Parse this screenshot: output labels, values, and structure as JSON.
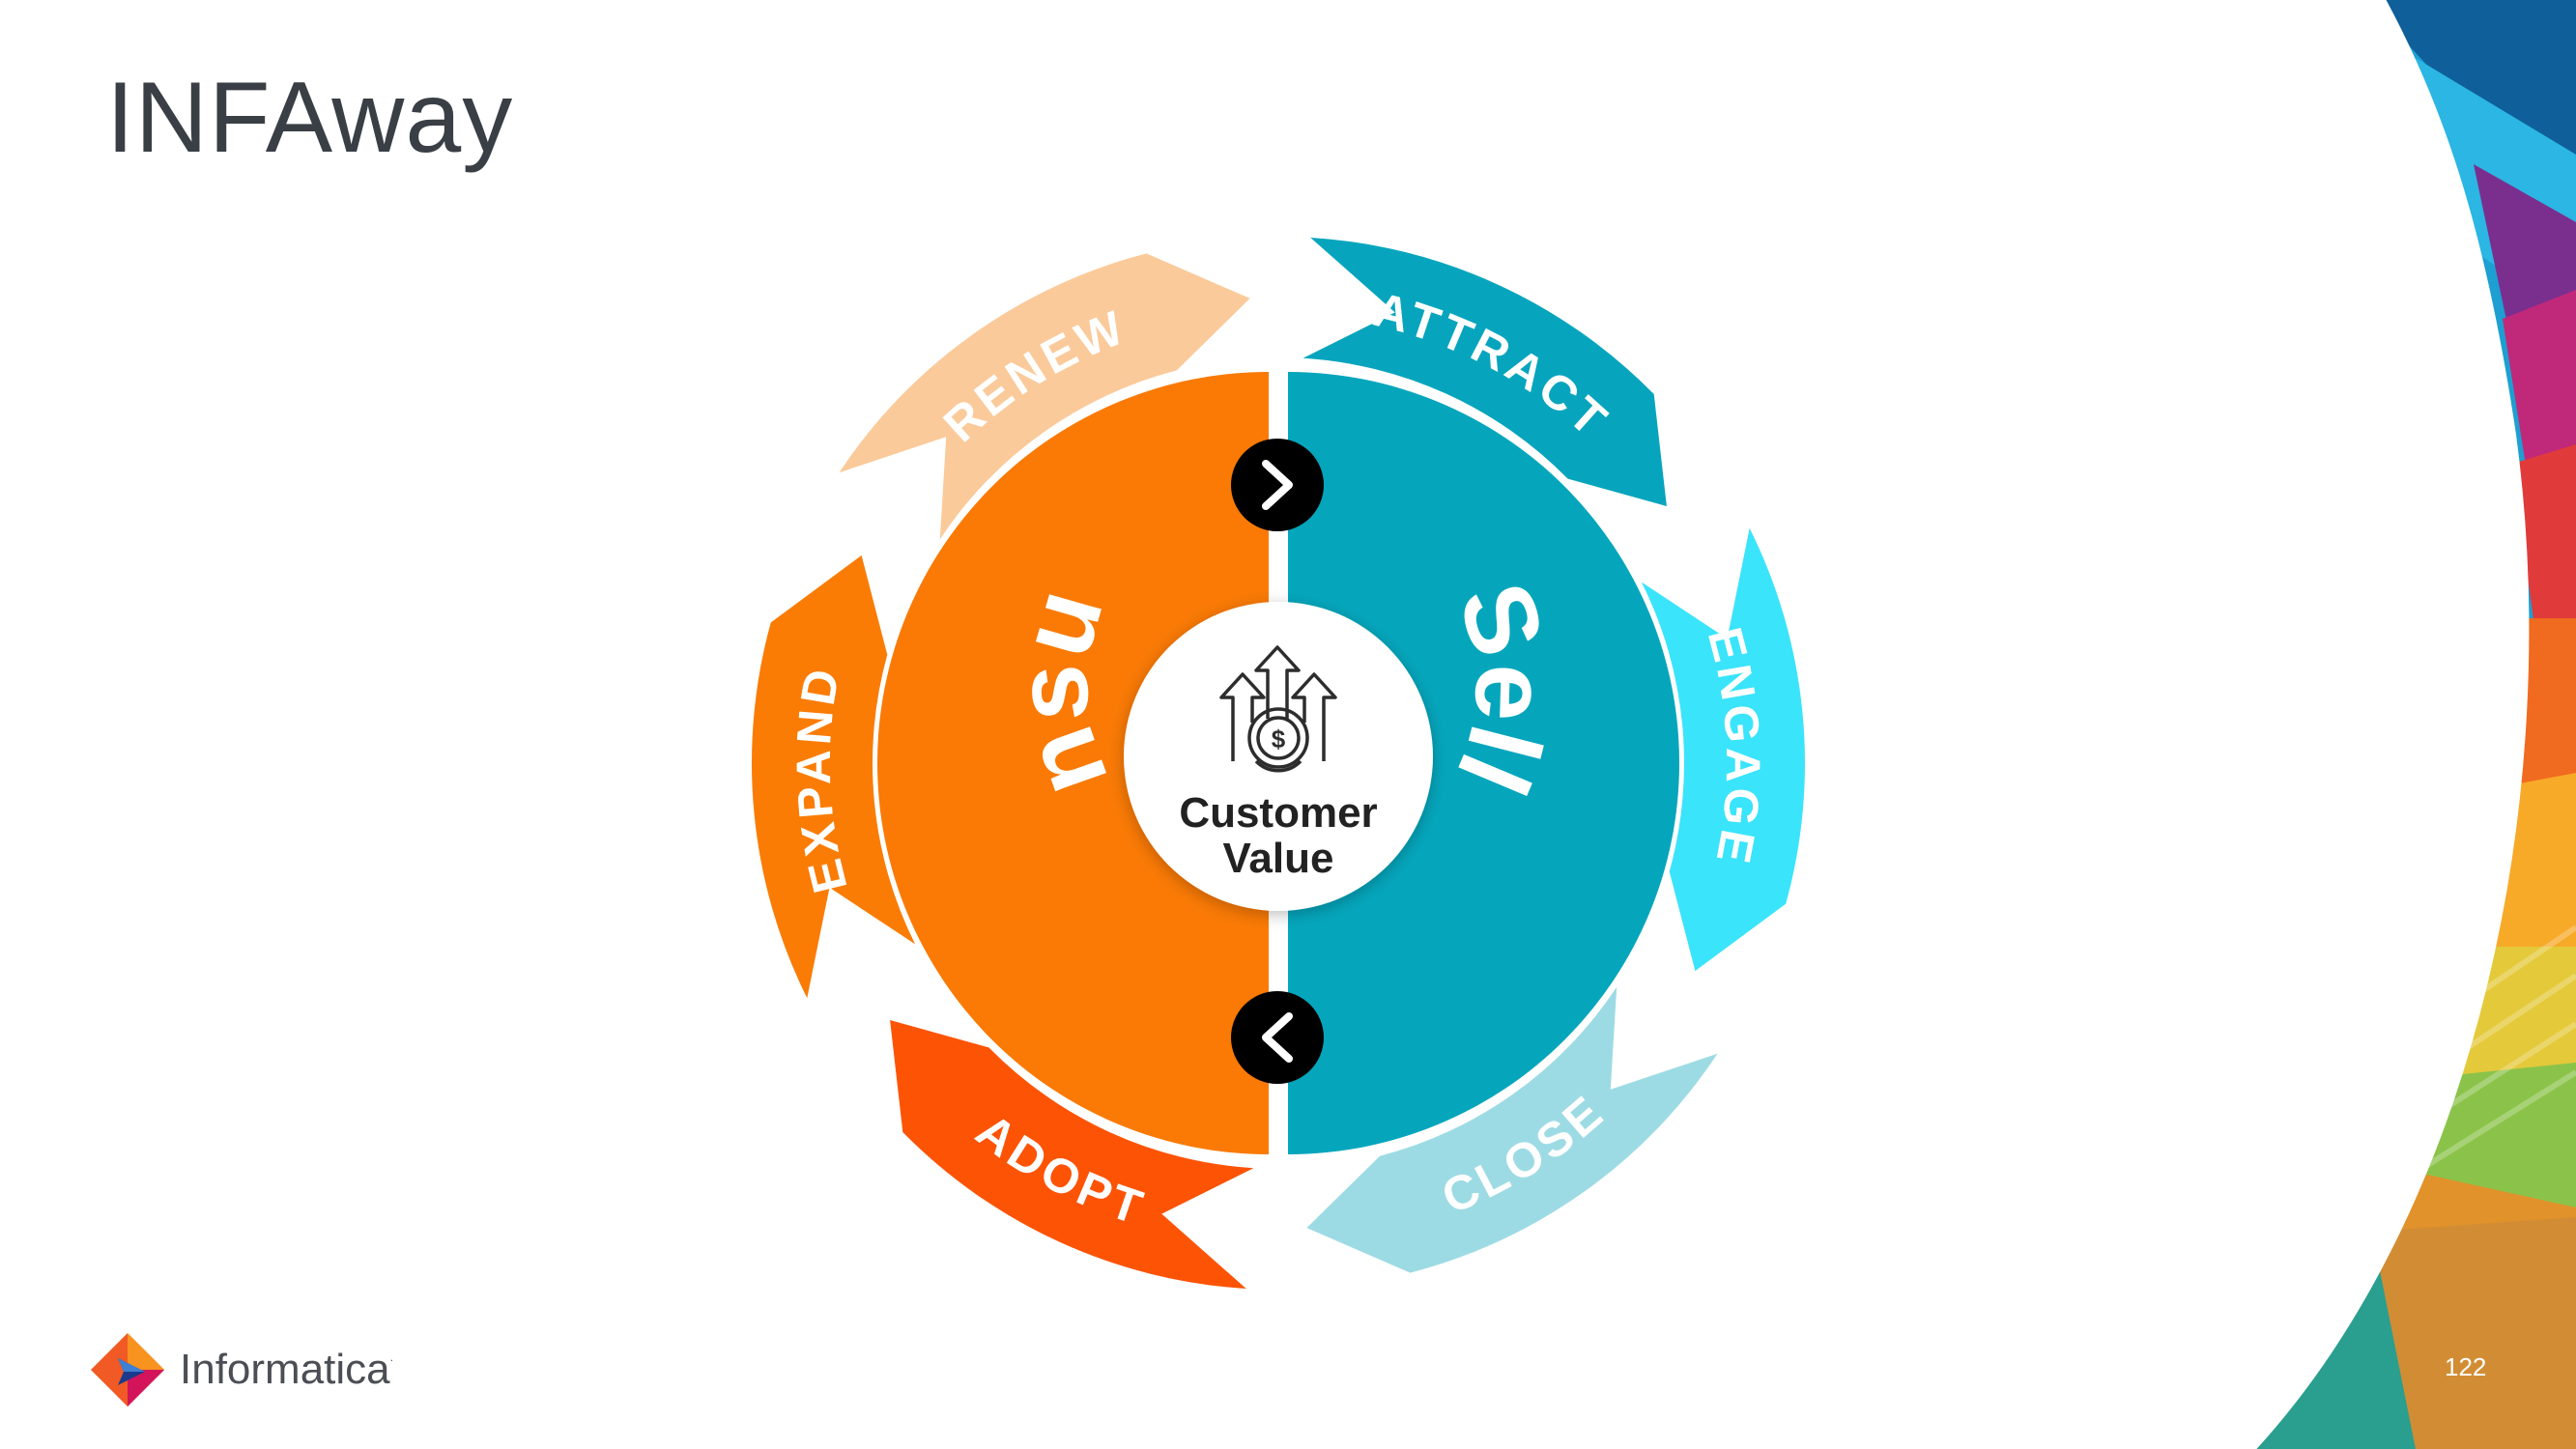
{
  "slide": {
    "title": "INFAway",
    "page_number": "122"
  },
  "brand": {
    "name": "Informatica",
    "trademark": "."
  },
  "diagram": {
    "center": {
      "line1": "Customer",
      "line2": "Value",
      "icon": "money-growth-icon"
    },
    "halves": [
      {
        "label": "Consume",
        "color": "#FA7A05"
      },
      {
        "label": "Sell",
        "color": "#05A6BC"
      }
    ],
    "stages": [
      {
        "label": "ATTRACT",
        "color": "#07A5BD"
      },
      {
        "label": "ENGAGE",
        "color": "#3AE4FB"
      },
      {
        "label": "CLOSE",
        "color": "#9DDBE4"
      },
      {
        "label": "ADOPT",
        "color": "#FD5305"
      },
      {
        "label": "EXPAND",
        "color": "#FA7C05"
      },
      {
        "label": "RENEW",
        "color": "#FBCA9A"
      }
    ],
    "connectors": [
      {
        "icon": "chevron-right-icon"
      },
      {
        "icon": "chevron-left-icon"
      }
    ]
  }
}
